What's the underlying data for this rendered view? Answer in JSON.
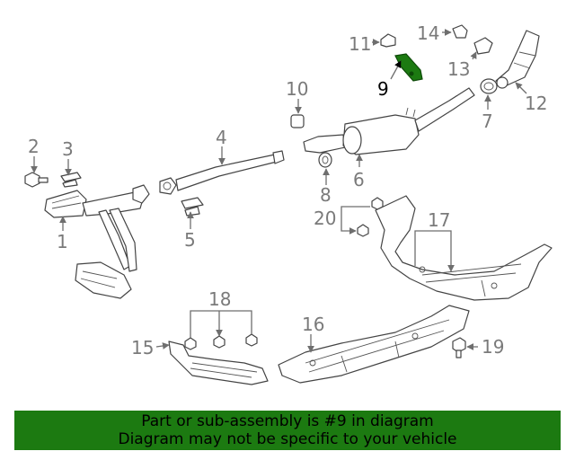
{
  "diagram": {
    "callouts": [
      "1",
      "2",
      "3",
      "4",
      "5",
      "6",
      "7",
      "8",
      "9",
      "10",
      "11",
      "12",
      "13",
      "14",
      "15",
      "16",
      "17",
      "18",
      "19",
      "20"
    ],
    "highlighted_callout": "9",
    "highlight_color": "#1c7a11"
  },
  "banner": {
    "line1": "Part or sub-assembly is #9 in diagram",
    "line2": "Diagram may not be specific to your vehicle",
    "background": "#1c7a11"
  }
}
